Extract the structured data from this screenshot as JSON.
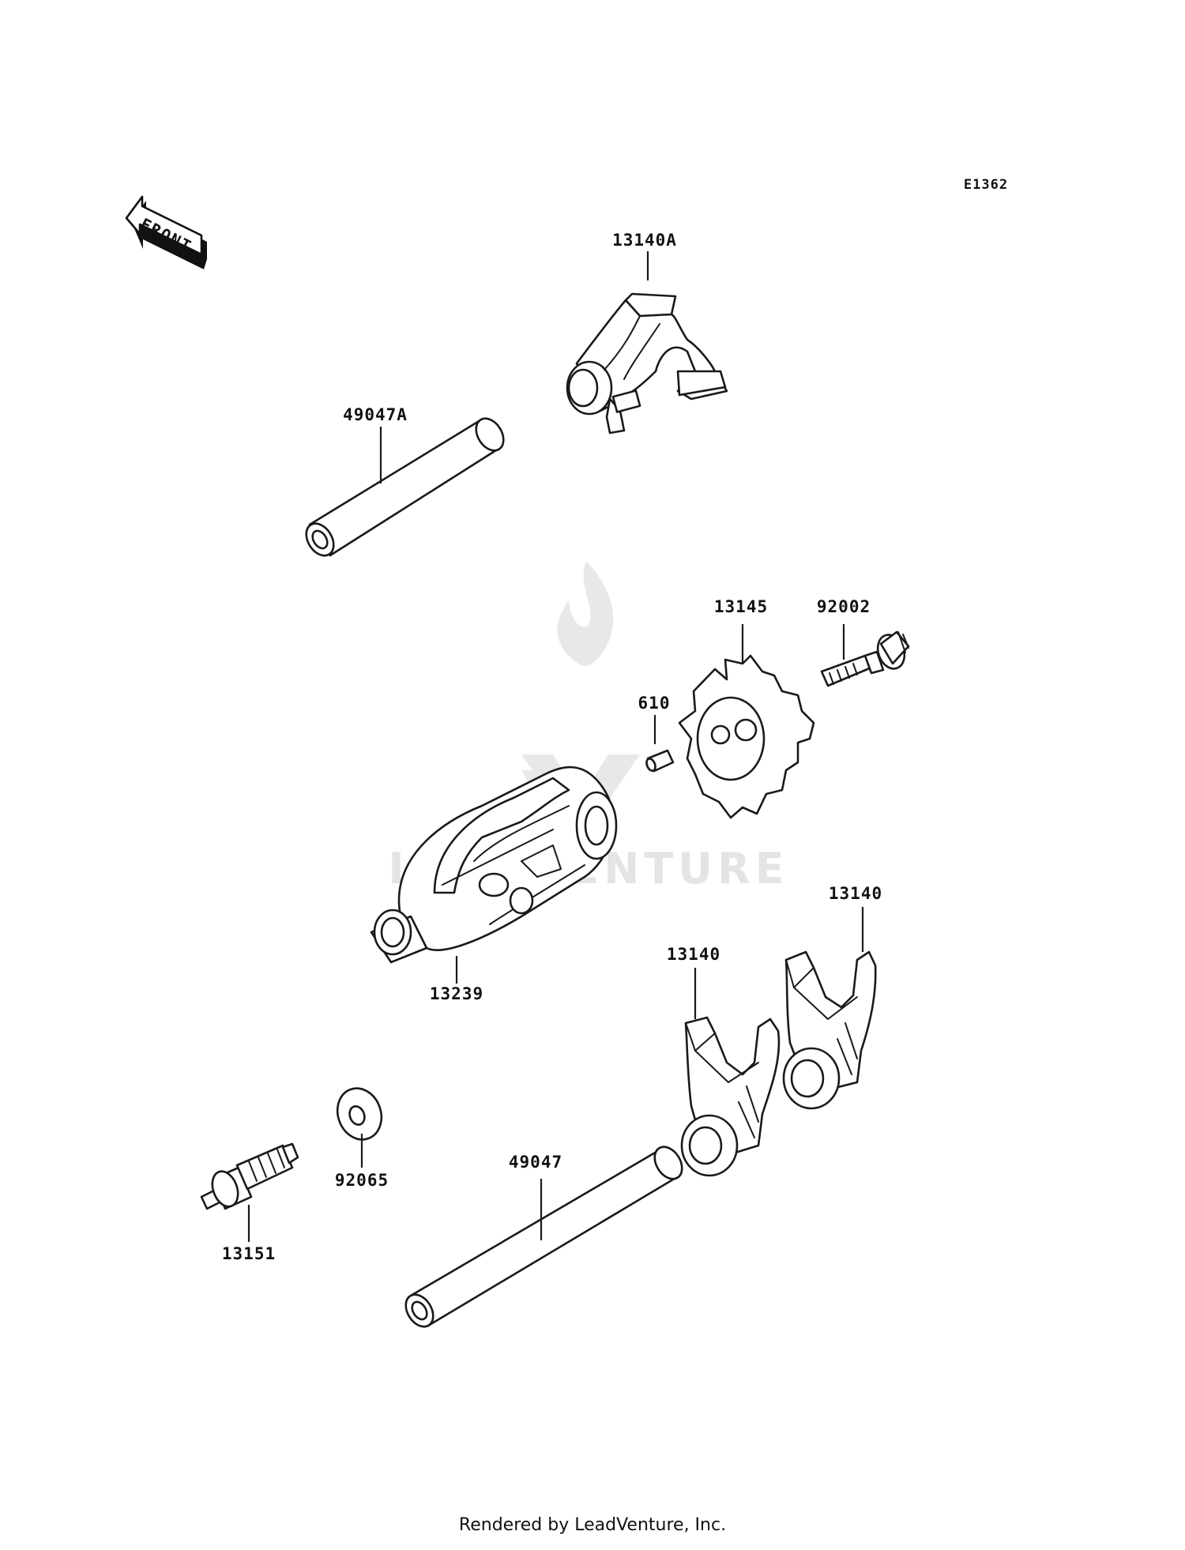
{
  "diagram_code": "E1362",
  "front_label": "FRONT",
  "watermark": "LEADVENTURE",
  "footer": "Rendered by LeadVenture, Inc.",
  "parts": {
    "fork_a": "13140A",
    "rod_a": "49047A",
    "drum": "13239",
    "pin": "610",
    "cam": "13145",
    "bolt": "92002",
    "fork_1": "13140",
    "fork_2": "13140",
    "washer": "92065",
    "plunger": "13151",
    "rod": "49047"
  }
}
